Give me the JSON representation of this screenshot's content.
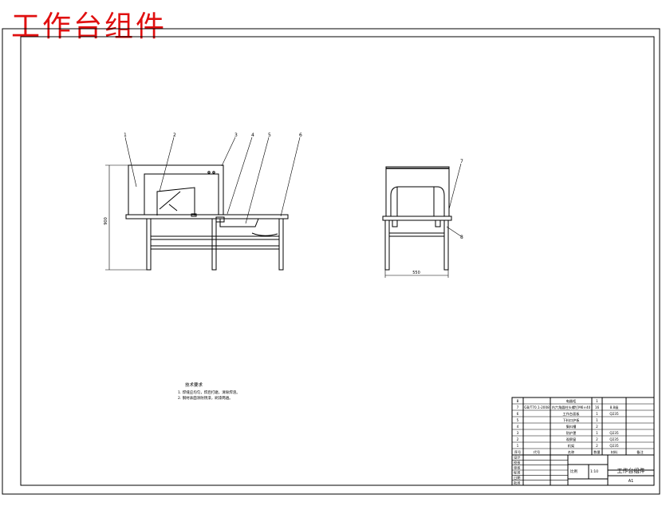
{
  "title": "工作台组件",
  "front_view": {
    "callouts": [
      "1",
      "2",
      "3",
      "4",
      "5",
      "6"
    ],
    "height_dim": "900"
  },
  "side_view": {
    "callouts": [
      "7",
      "8"
    ],
    "width_dim": "550"
  },
  "tech_notes": {
    "heading": "技术要求",
    "lines": [
      "1. 焊缝应均匀，焊后打磨，清除焊渣。",
      "2. 钢材表面涂防锈漆，刷漆两遍。"
    ]
  },
  "bom": {
    "rows": [
      {
        "no": "8",
        "code": "",
        "name": "电器柜",
        "qty": "1",
        "material": "",
        "note": ""
      },
      {
        "no": "7",
        "code": "GB/T70.1-2008",
        "name": "内六角圆柱头螺钉M6×40",
        "qty": "16",
        "material": "8.8级",
        "note": ""
      },
      {
        "no": "6",
        "code": "",
        "name": "工作台面板",
        "qty": "1",
        "material": "Q235",
        "note": ""
      },
      {
        "no": "5",
        "code": "",
        "name": "下料口护板",
        "qty": "1",
        "material": "",
        "note": ""
      },
      {
        "no": "4",
        "code": "",
        "name": "集料槽",
        "qty": "2",
        "material": "",
        "note": ""
      },
      {
        "no": "3",
        "code": "",
        "name": "防护罩",
        "qty": "1",
        "material": "Q235",
        "note": ""
      },
      {
        "no": "2",
        "code": "",
        "name": "观察窗",
        "qty": "2",
        "material": "Q235",
        "note": ""
      },
      {
        "no": "1",
        "code": "",
        "name": "机架",
        "qty": "2",
        "material": "Q235",
        "note": ""
      }
    ],
    "header": {
      "no": "序号",
      "code": "代号",
      "name": "名称",
      "qty": "数量",
      "material": "材料",
      "note": "备注"
    }
  },
  "title_block": {
    "labels": [
      "设计",
      "校核",
      "审核",
      "标准",
      "日期",
      "批准"
    ],
    "scale_label": "比例",
    "scale": "1:10",
    "drawing_title": "工作台组件",
    "sheet_size": "A1"
  }
}
